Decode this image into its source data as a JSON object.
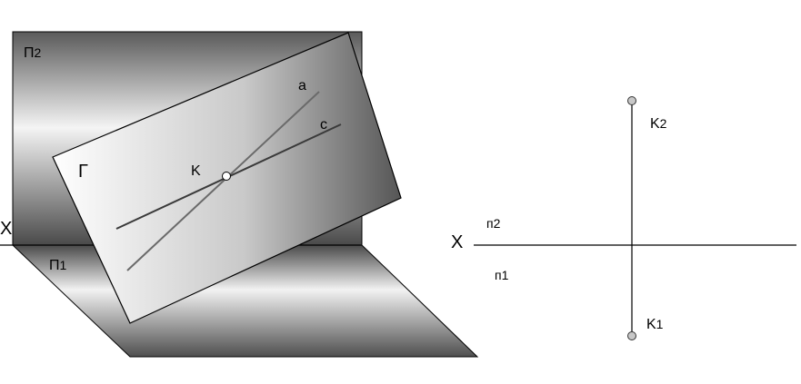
{
  "left_diagram": {
    "plane_frontal_label": "П",
    "plane_frontal_index": "2",
    "plane_horizontal_label": "П",
    "plane_horizontal_index": "1",
    "axis_label": "X",
    "plane_gamma_label": "Г",
    "line_a_label": "a",
    "line_c_label": "c",
    "point_k_label": "K"
  },
  "right_diagram": {
    "axis_label": "X",
    "plane_frontal_label": "п",
    "plane_frontal_index": "2",
    "plane_horizontal_label": "п",
    "plane_horizontal_index": "1",
    "k2_label": "K",
    "k2_index": "2",
    "k1_label": "K",
    "k1_index": "1"
  }
}
